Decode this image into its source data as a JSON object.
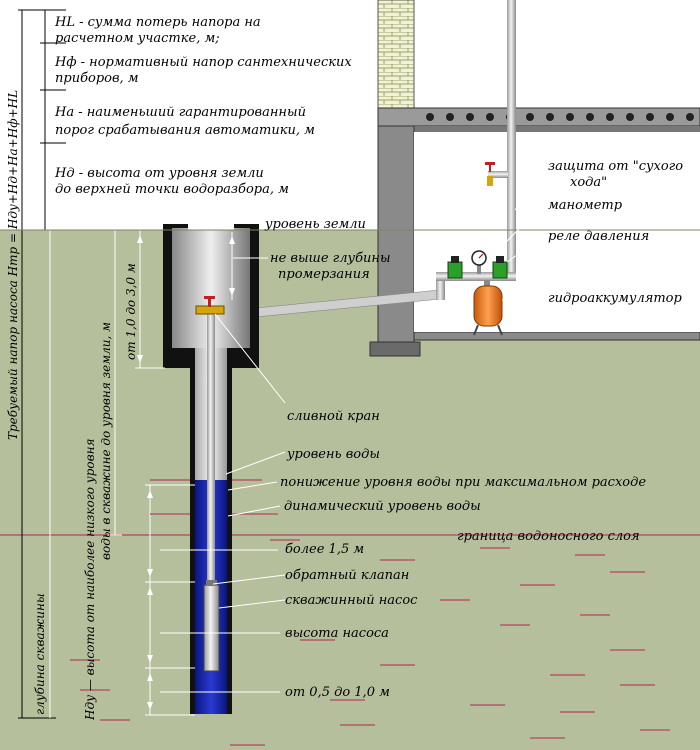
{
  "colors": {
    "ground": "#b6bf9b",
    "ground_lines": "#b25a6a",
    "water": "#0f1fb0",
    "pipe": "#d3d3d3",
    "accumulator": "#f07a1a",
    "brick": "#f1f3d2"
  },
  "heads": {
    "hl": "HL - сумма потерь напора на",
    "hl2": "расчетном участке, м;",
    "hf": "Hф - нормативный напор сантехнических",
    "hf2": "приборов, м",
    "ha": "Ha - наименьший гарантированный",
    "ha2": "порог срабатывания автоматики, м",
    "hd": "Hд - высота от уровня земли",
    "hd2": "до верхней точки водоразбора, м"
  },
  "vertical": {
    "formula": "Требуемый напор насоса Hтр = Hду+Hд+Hа+Hф+HL",
    "well_depth": "глубина скважины",
    "ndu1": "Hду — высота от наиболее низкого уровня",
    "ndu2": "воды в скважине до уровня земли, м",
    "range1": "от 1,0 до 3,0 м"
  },
  "labels": {
    "ground_level": "уровень земли",
    "frost1": "не выше глубины",
    "frost2": "промерзания",
    "dry_run1": "защита от \"сухого",
    "dry_run2": "хода\"",
    "manometer": "манометр",
    "pressure_relay": "реле давления",
    "accumulator": "гидроаккумулятор",
    "drain_tap": "сливной кран",
    "water_level": "уровень воды",
    "drawdown": "понижение уровня воды при максимальном расходе",
    "dynamic_level": "динамический уровень воды",
    "aquifer": "граница водоносного слоя",
    "more_15": "более 1,5 м",
    "check_valve": "обратный клапан",
    "well_pump": "скважинный насос",
    "pump_height": "высота насоса",
    "bottom_gap": "от 0,5 до 1,0 м"
  }
}
